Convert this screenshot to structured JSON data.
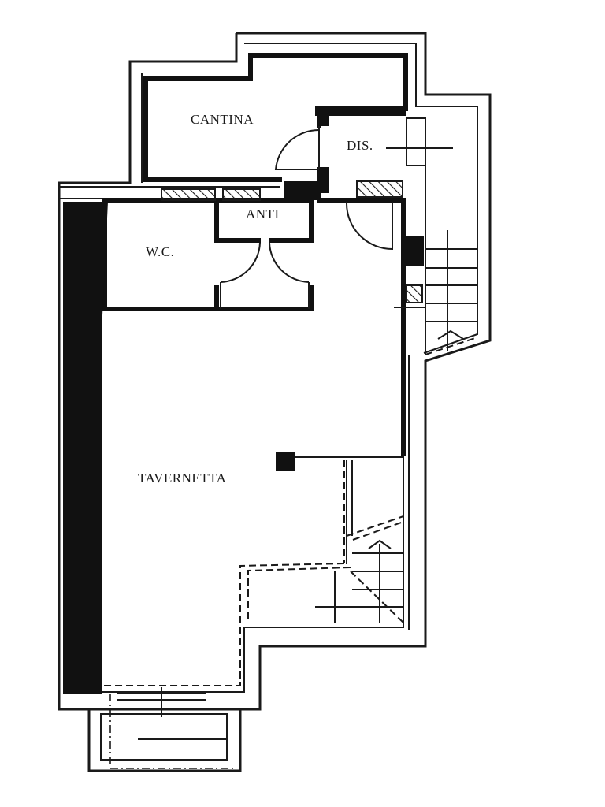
{
  "rooms": {
    "cantina": "CANTINA",
    "dis": "DIS.",
    "anti": "ANTI",
    "wc": "W.C.",
    "tavernetta": "TAVERNETTA"
  }
}
